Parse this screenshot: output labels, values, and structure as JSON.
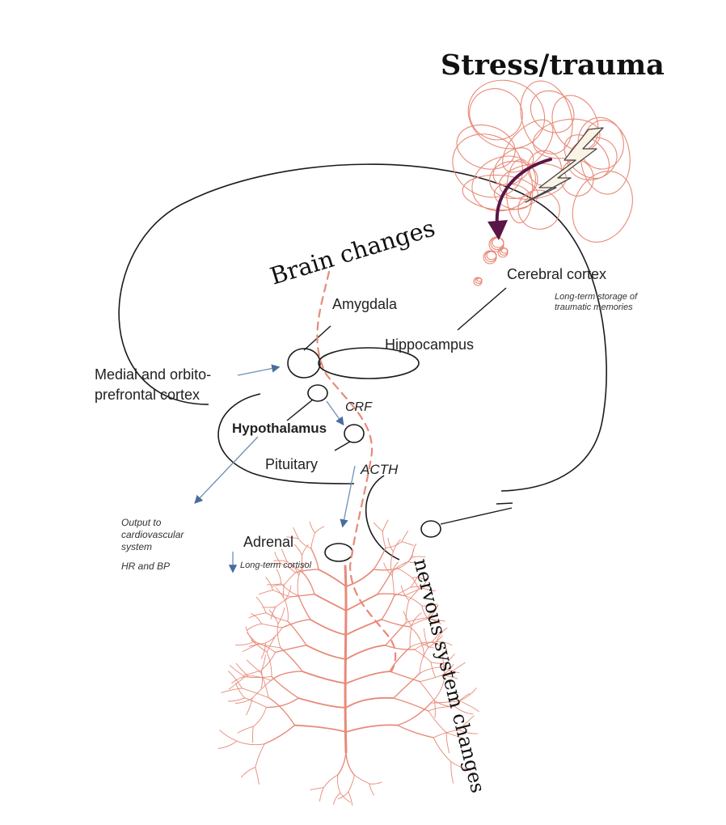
{
  "colors": {
    "stress_accent": "#e88a78",
    "arrow_purple": "#5b1547",
    "hormone_arrow": "#6f8fb8",
    "outline": "#1a1a1a"
  },
  "headings": {
    "stress": "Stress/trauma",
    "brain_changes": "Brain changes",
    "nervous_system": "nervous system changes"
  },
  "labels": {
    "cerebral_cortex": "Cerebral cortex",
    "cortex_note_1": "Long-term storage of",
    "cortex_note_2": "traumatic memories",
    "amygdala": "Amygdala",
    "hippocampus": "Hippocampus",
    "medial_1": "Medial and orbito-",
    "medial_2": "prefrontal cortex",
    "crf": "CRF",
    "hypothalamus": "Hypothalamus",
    "pituitary": "Pituitary",
    "acth": "ACTH",
    "output_1": "Output to",
    "output_2": "cardiovascular",
    "output_3": "system",
    "hr_bp": "HR and BP",
    "adrenal": "Adrenal",
    "cortisol": "Long-term cortisol"
  },
  "icons": [
    "lightning-bolt-icon",
    "down-arrow-icon",
    "nerve-tree-icon",
    "stress-scribble-icon"
  ]
}
